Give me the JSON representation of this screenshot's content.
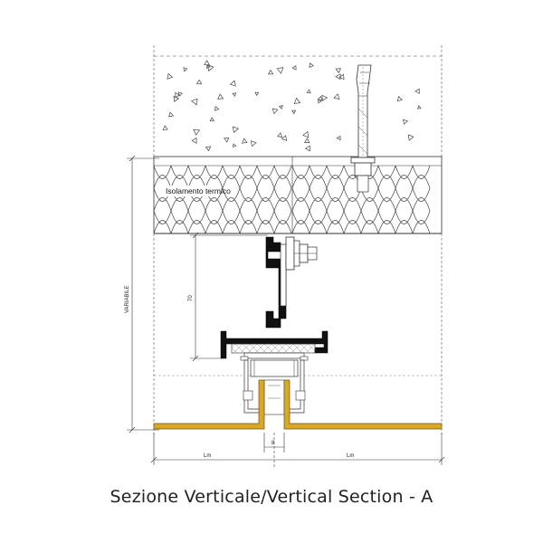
{
  "labels": {
    "insulation": "Isolamento termico",
    "height_dim": "VARIABILE",
    "bracket_dim": "70",
    "gap_dim": "8",
    "module_left": "Lm",
    "module_right": "Lm"
  },
  "caption": "Sezione Verticale/Vertical Section - A",
  "colors": {
    "panel": "#d9a82a",
    "panel_outline": "#6d5310",
    "line": "#333333",
    "hatch": "#999999"
  }
}
